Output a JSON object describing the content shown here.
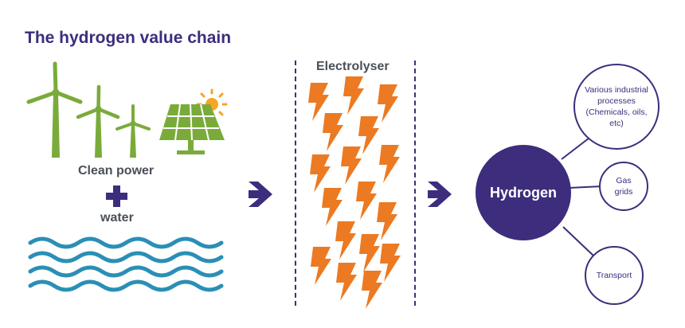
{
  "title": "The hydrogen value chain",
  "inputs": {
    "power_label": "Clean power",
    "water_label": "water"
  },
  "process": {
    "label": "Electrolyser"
  },
  "output": {
    "hub_label": "Hydrogen",
    "uses": [
      {
        "label": "Various industrial processes (Chemicals, oils, etc)"
      },
      {
        "label": "Gas grids"
      },
      {
        "label": "Transport"
      }
    ]
  },
  "colors": {
    "brand_purple": "#3d2d7c",
    "turbine_green": "#7aab3a",
    "sun_orange": "#f5a623",
    "water_blue": "#2a8fb5",
    "bolt_orange": "#ec7a22",
    "text_gray": "#4a4f5a"
  },
  "icons": [
    "wind-turbine-icon",
    "solar-panel-icon",
    "sun-icon",
    "plus-icon",
    "water-waves-icon",
    "arrow-right-icon",
    "lightning-bolt-icon"
  ]
}
